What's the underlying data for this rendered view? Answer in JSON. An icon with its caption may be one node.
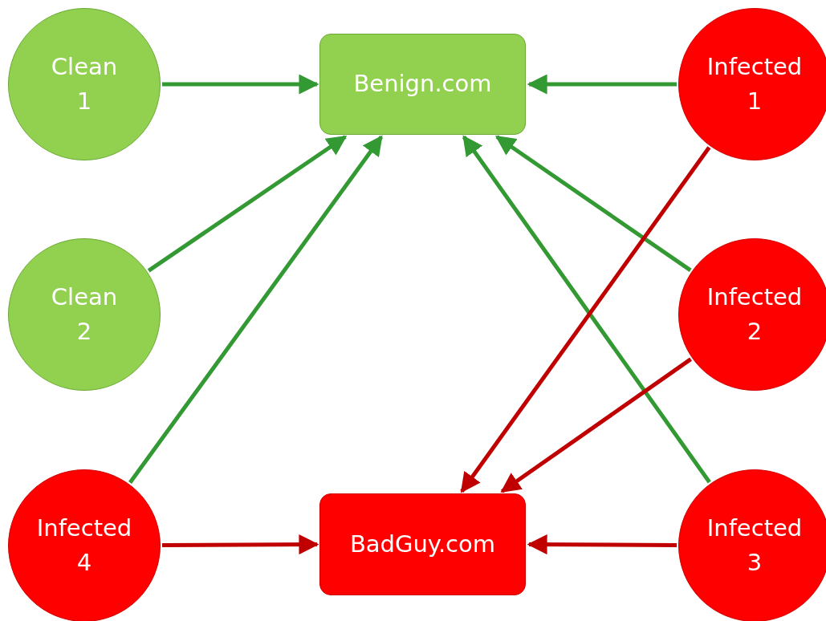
{
  "diagram": {
    "nodes": [
      {
        "text": [
          "Clean 1"
        ]
      },
      {
        "text": [
          "Benign.com"
        ]
      },
      {
        "text": [
          "Infected 1"
        ]
      },
      {
        "text": [
          "Clean 2"
        ]
      },
      {
        "text": [
          "Infected 2"
        ]
      },
      {
        "text": [
          "Infected 4"
        ]
      },
      {
        "text": [
          "BadGuy.com"
        ]
      },
      {
        "text": [
          "Infected 3"
        ]
      }
    ],
    "edges": [
      {
        "from": 0,
        "to": 1,
        "arrow": "to"
      },
      {
        "from": 2,
        "to": 1,
        "arrow": "to"
      },
      {
        "from": 3,
        "to": 1,
        "arrow": "to"
      },
      {
        "from": 5,
        "to": 1,
        "arrow": "to"
      },
      {
        "from": 7,
        "to": 1,
        "arrow": "to"
      },
      {
        "from": 4,
        "to": 1,
        "arrow": "to"
      },
      {
        "from": 2,
        "to": 6,
        "arrow": "to",
        "color": "#c00000"
      },
      {
        "from": 4,
        "to": 6,
        "arrow": "to",
        "color": "#c00000"
      },
      {
        "from": 5,
        "to": 6,
        "arrow": "to",
        "color": "#c00000"
      },
      {
        "from": 7,
        "to": 6,
        "arrow": "to",
        "color": "#c00000"
      }
    ]
  }
}
